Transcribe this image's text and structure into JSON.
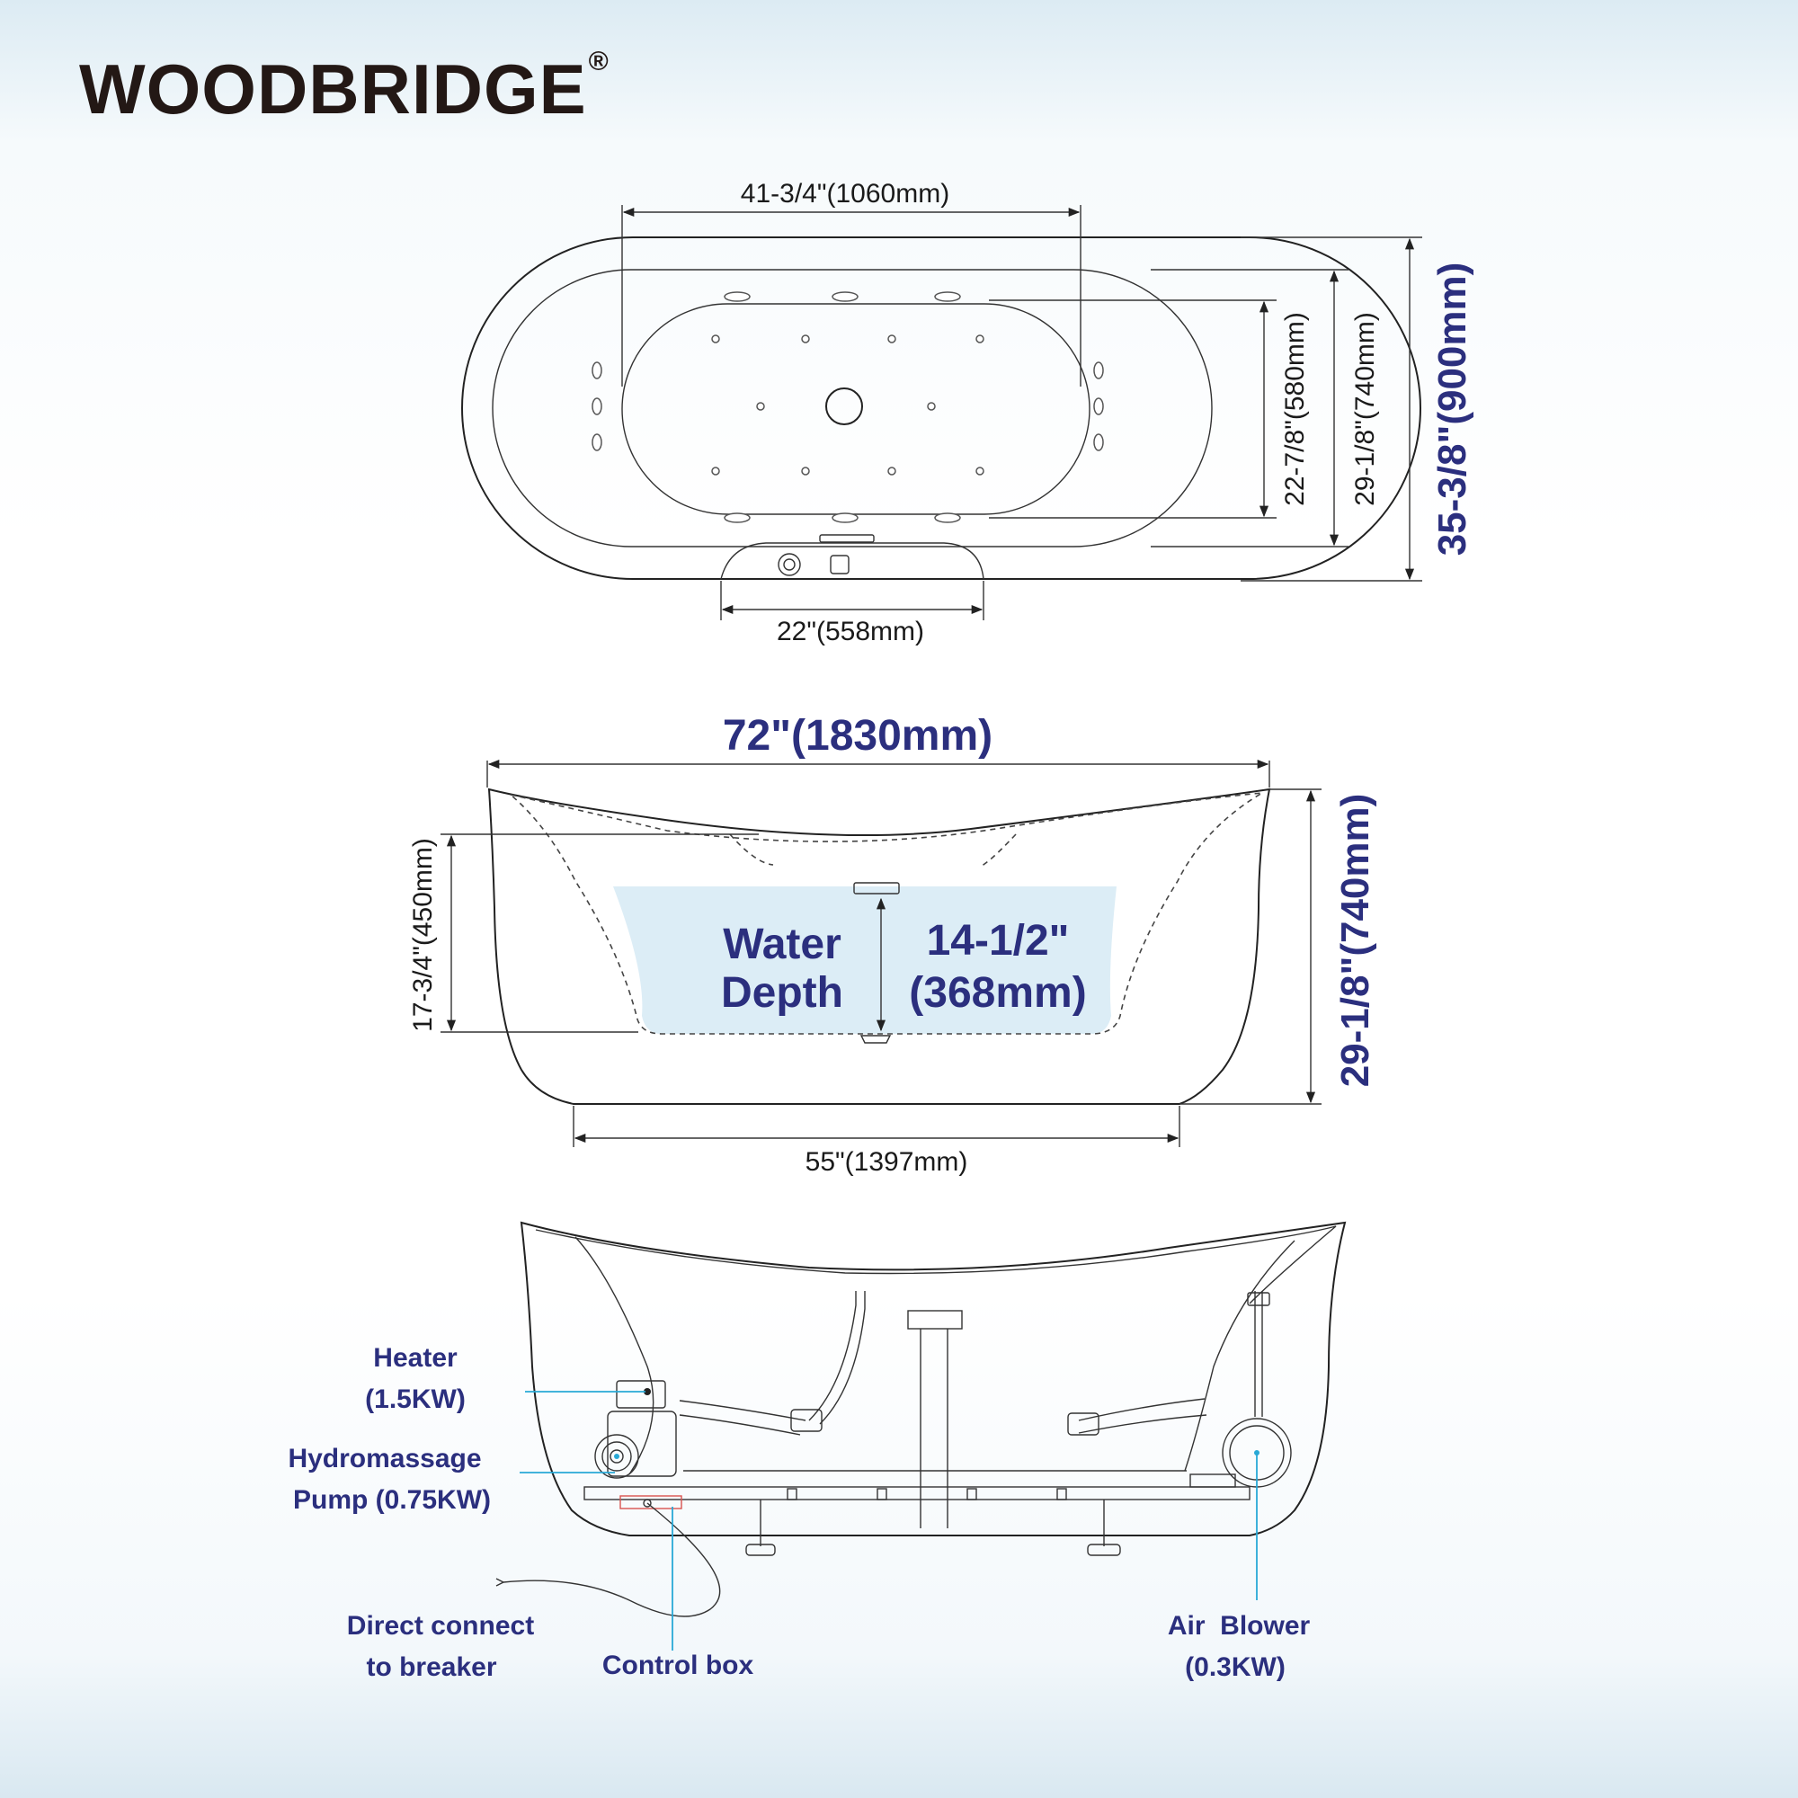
{
  "brand": {
    "name": "WOODBRIDGE",
    "registered": "®"
  },
  "top_view": {
    "inner_length": "41-3/4\"(1060mm)",
    "inner_width": "22-7/8\"(580mm)",
    "rim_inner_width": "29-1/8\"(740mm)",
    "overall_width": "35-3/8\"(900mm)",
    "control_panel_width": "22\"(558mm)"
  },
  "side_view": {
    "overall_length": "72\"(1830mm)",
    "overall_height": "29-1/8\"(740mm)",
    "interior_depth": "17-3/4\"(450mm)",
    "base_length": "55\"(1397mm)",
    "water_label_line1": "Water",
    "water_label_line2": "Depth",
    "water_depth_line1": "14-1/2\"",
    "water_depth_line2": "(368mm)"
  },
  "components": {
    "heater_line1": "Heater",
    "heater_line2": "(1.5KW)",
    "pump_line1": "Hydromassage",
    "pump_line2": "Pump (0.75KW)",
    "breaker_line1": "Direct connect",
    "breaker_line2": "to breaker",
    "control_box": "Control box",
    "blower_line1": "Air  Blower",
    "blower_line2": "(0.3KW)"
  },
  "colors": {
    "accent_text": "#2b2f7e",
    "callout": "#29a9d6",
    "water": "#dcedf6",
    "logo": "#231815"
  }
}
